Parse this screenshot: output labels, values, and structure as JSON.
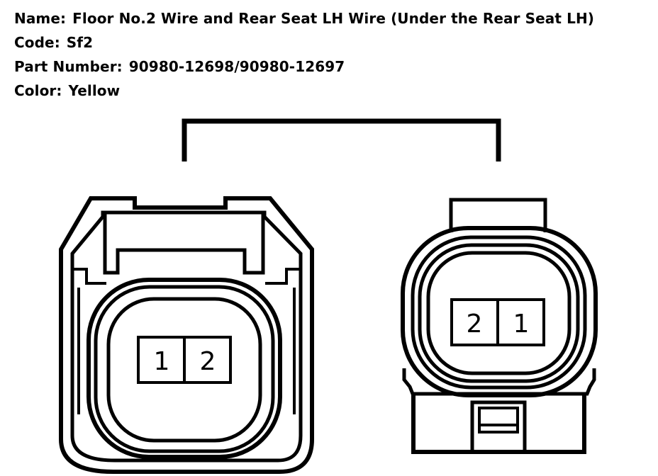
{
  "header": {
    "name_label": "Name:",
    "name_value": "Floor No.2 Wire and Rear Seat LH Wire (Under the Rear Seat LH)",
    "code_label": "Code:",
    "code_value": "Sf2",
    "part_label": "Part Number:",
    "part_value": "90980-12698/90980-12697",
    "color_label": "Color:",
    "color_value": "Yellow"
  },
  "connectors": {
    "left": {
      "pins": [
        "1",
        "2"
      ]
    },
    "right": {
      "pins": [
        "2",
        "1"
      ]
    }
  }
}
